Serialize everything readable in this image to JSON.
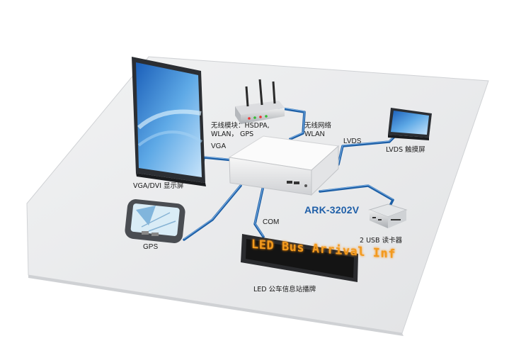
{
  "labels": {
    "wireless_module_line1": "无线模块：HSDPA,",
    "wireless_module_line2": "WLAN， GPS",
    "wireless_network_line1": "无线网络",
    "wireless_network_line2": "WLAN",
    "vga": "VGA",
    "lvds": "LVDS",
    "lvds_touch": "LVDS 触摸屏",
    "vga_dvi": "VGA/DVI 显示屏",
    "model": "ARK-3202V",
    "com": "COM",
    "gps": "GPS",
    "usb_reader": "2 USB 读卡器",
    "led_board": "LED 公车信息站播牌"
  },
  "led_scroll_text": "LED Bus Arrival Inf",
  "colors": {
    "cable": "#1d5fa6",
    "platform": "#e9eaec",
    "led_text": "#f29a1e",
    "model_text": "#1f5fa8"
  }
}
